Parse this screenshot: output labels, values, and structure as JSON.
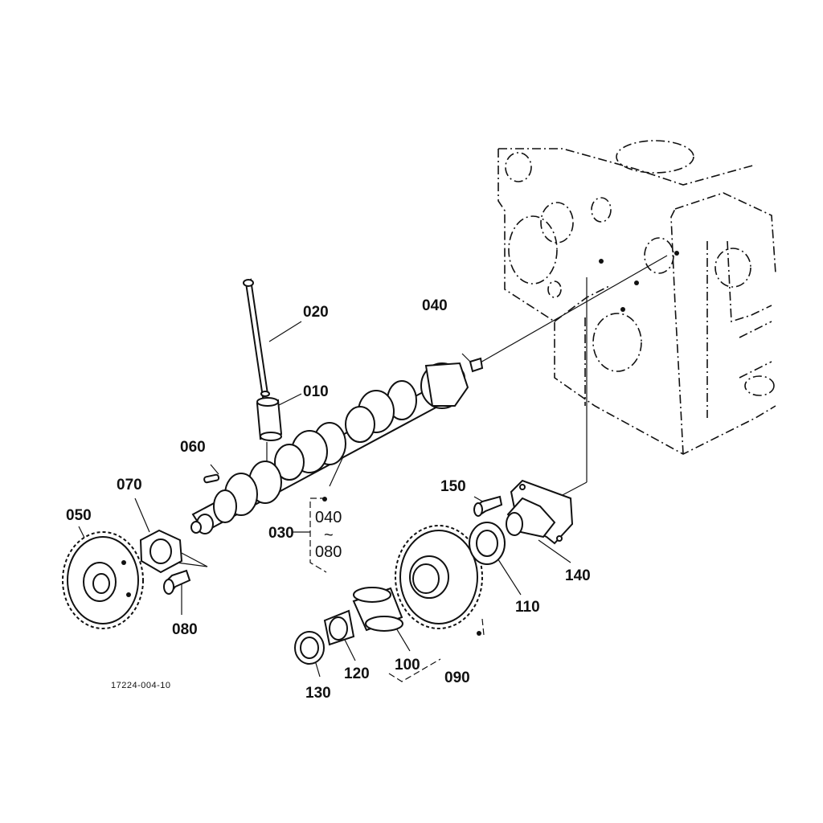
{
  "labels": {
    "l010": "010",
    "l020": "020",
    "l030": "030",
    "l040": "040",
    "l050": "050",
    "l060": "060",
    "l070": "070",
    "l080": "080",
    "l090": "090",
    "l100": "100",
    "l110": "110",
    "l120": "120",
    "l130": "130",
    "l140": "140",
    "l150": "150"
  },
  "range": {
    "from": "040",
    "sep": "~",
    "to": "080"
  },
  "reference": "17224-004-10"
}
